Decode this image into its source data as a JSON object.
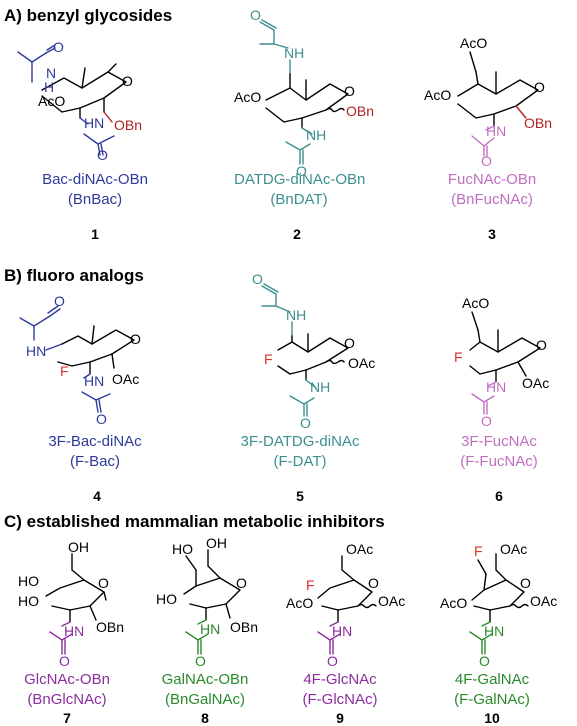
{
  "sections": [
    {
      "title": "A) benzyl glycosides",
      "compounds": [
        {
          "name": "Bac-diNAc-OBn",
          "alias": "(BnBac)",
          "number": "1",
          "color": "#2e3b9c",
          "labels": {
            "top_n": "N",
            "top_h": "H",
            "o3": "AcO",
            "n2": "HN",
            "ring_o": "O",
            "anomeric": "OBn",
            "c_o_top": "O",
            "c_o_bot": "O"
          }
        },
        {
          "name": "DATDG-diNAc-OBn",
          "alias": "(BnDAT)",
          "number": "2",
          "color": "#3d8f8f",
          "labels": {
            "top_n": "NH",
            "o3": "AcO",
            "n2": "NH",
            "ring_o": "O",
            "anomeric": "OBn",
            "c_o_top": "O",
            "c_o_bot": "O"
          }
        },
        {
          "name": "FucNAc-OBn",
          "alias": "(BnFucNAc)",
          "number": "3",
          "color": "#c06fc0",
          "labels": {
            "o4": "AcO",
            "o3": "AcO",
            "n2": "HN",
            "ring_o": "O",
            "anomeric": "OBn",
            "c_o_bot": "O"
          }
        }
      ]
    },
    {
      "title": "B) fluoro analogs",
      "compounds": [
        {
          "name": "3F-Bac-diNAc",
          "alias": "(F-Bac)",
          "number": "4",
          "color": "#2e3b9c",
          "labels": {
            "top_n": "HN",
            "f": "F",
            "n2": "HN",
            "ring_o": "O",
            "anomeric": "OAc",
            "c_o_top": "O",
            "c_o_bot": "O"
          }
        },
        {
          "name": "3F-DATDG-diNAc",
          "alias": "(F-DAT)",
          "number": "5",
          "color": "#3d8f8f",
          "labels": {
            "top_n": "NH",
            "f": "F",
            "n2": "NH",
            "ring_o": "O",
            "anomeric": "OAc",
            "c_o_top": "O",
            "c_o_bot": "O"
          }
        },
        {
          "name": "3F-FucNAc",
          "alias": "(F-FucNAc)",
          "number": "6",
          "color": "#c06fc0",
          "labels": {
            "o4": "AcO",
            "f": "F",
            "n2": "HN",
            "ring_o": "O",
            "anomeric": "OAc",
            "c_o_bot": "O"
          }
        }
      ]
    },
    {
      "title": "C) established mammalian metabolic inhibitors",
      "compounds": [
        {
          "name": "GlcNAc-OBn",
          "alias": "(BnGlcNAc)",
          "number": "7",
          "color": "#8b2f9c",
          "labels": {
            "oh6": "OH",
            "oh4": "HO",
            "oh3": "HO",
            "n2": "HN",
            "ring_o": "O",
            "anomeric": "OBn",
            "c_o_bot": "O"
          }
        },
        {
          "name": "GalNAc-OBn",
          "alias": "(BnGalNAc)",
          "number": "8",
          "color": "#2a8a2a",
          "labels": {
            "oh4": "HO",
            "oh6": "OH",
            "oh3": "HO",
            "n2": "HN",
            "ring_o": "O",
            "anomeric": "OBn",
            "c_o_bot": "O"
          }
        },
        {
          "name": "4F-GlcNAc",
          "alias": "(F-GlcNAc)",
          "number": "9",
          "color": "#8b2f9c",
          "labels": {
            "oac6": "OAc",
            "f": "F",
            "o3": "AcO",
            "n2": "HN",
            "ring_o": "O",
            "anomeric": "OAc",
            "c_o_bot": "O"
          }
        },
        {
          "name": "4F-GalNAc",
          "alias": "(F-GalNAc)",
          "number": "10",
          "color": "#2a8a2a",
          "labels": {
            "f": "F",
            "oac6": "OAc",
            "o3": "AcO",
            "n2": "HN",
            "ring_o": "O",
            "anomeric": "OAc",
            "c_o_bot": "O"
          }
        }
      ]
    }
  ],
  "colors": {
    "oxygen_red": "#b22222",
    "fluorine_red": "#e0302a",
    "black": "#000000"
  }
}
